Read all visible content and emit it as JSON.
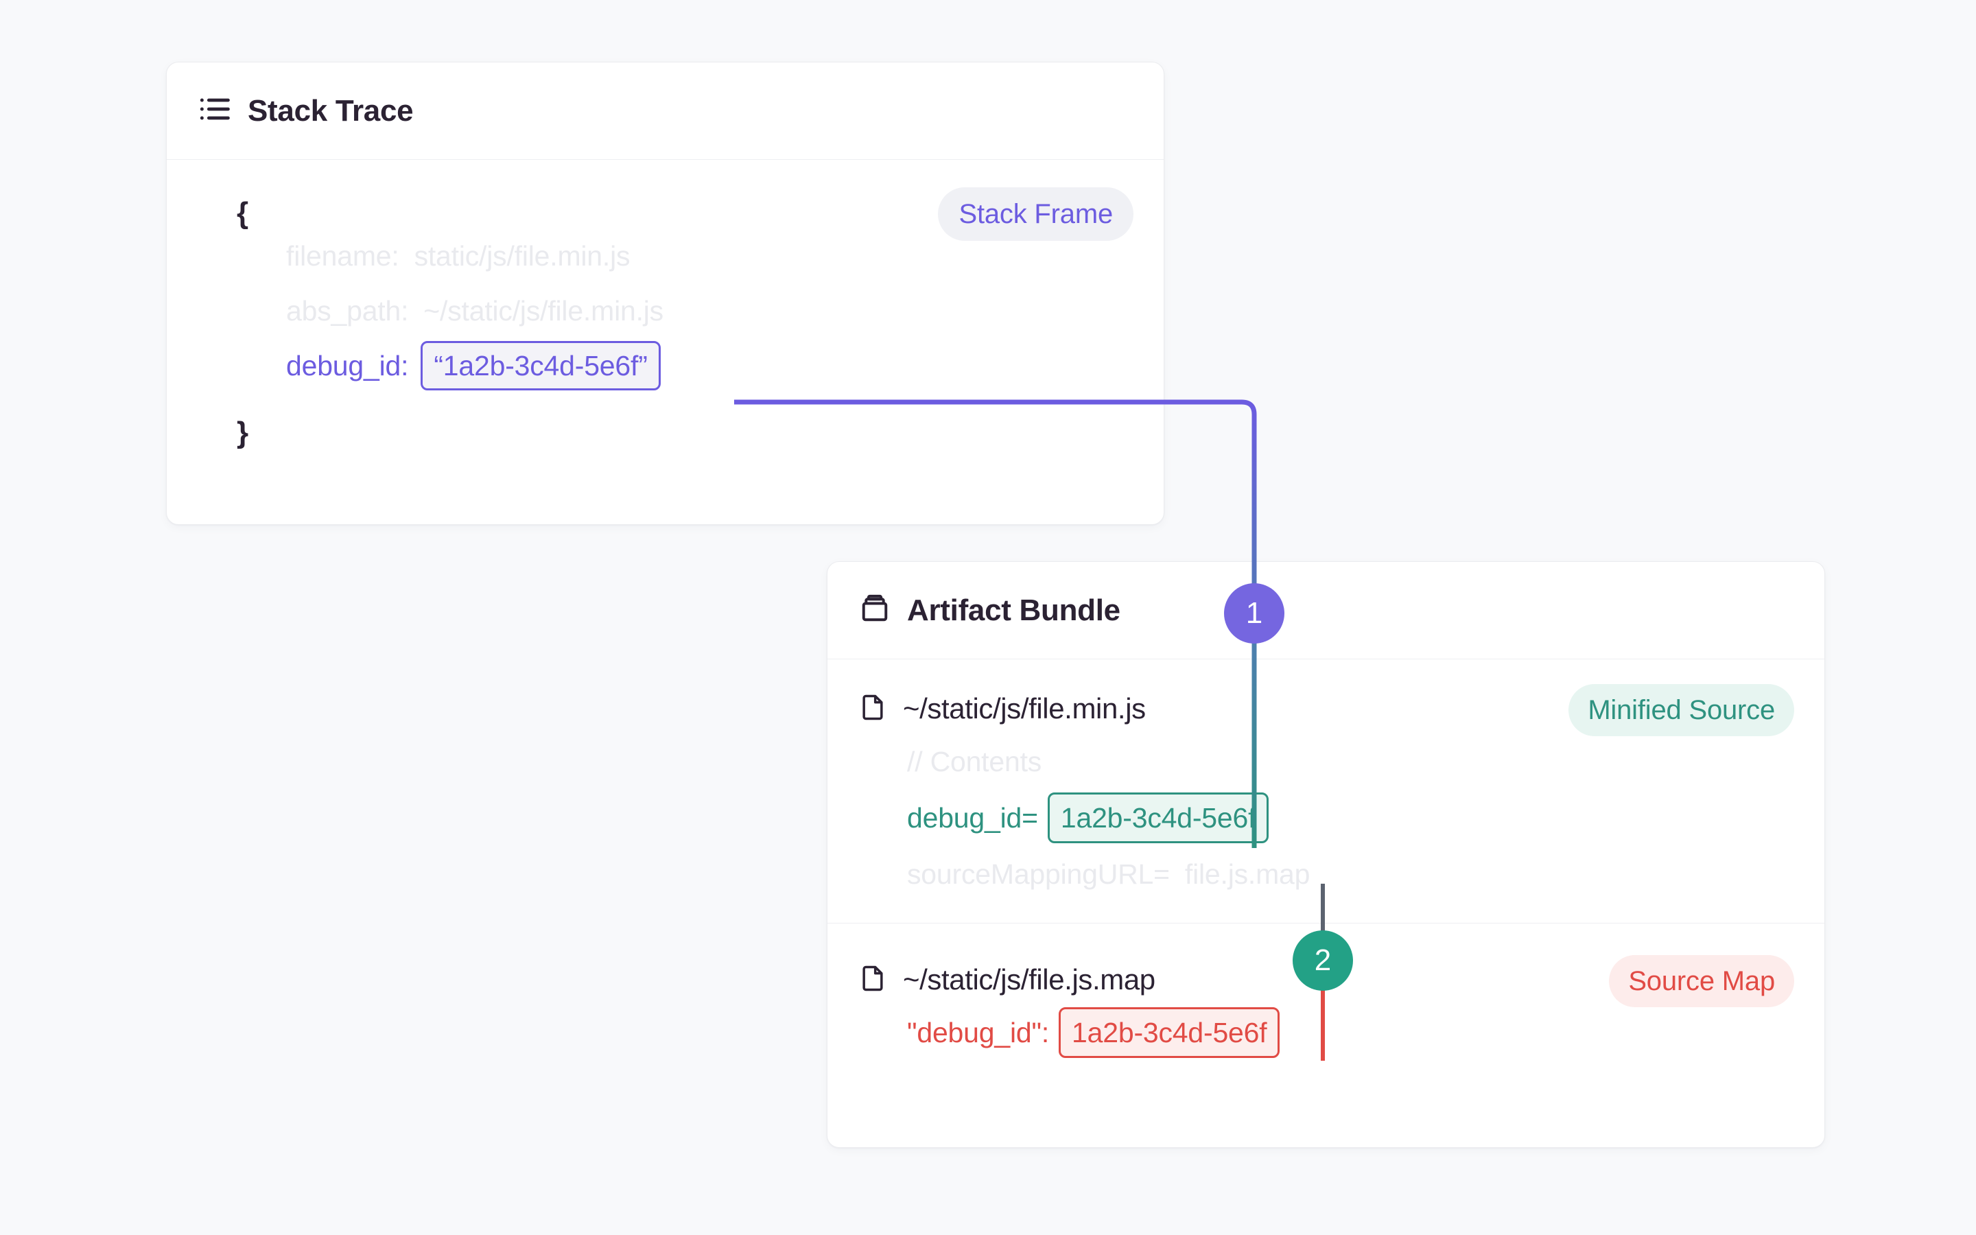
{
  "page": {
    "background_color": "#f8f9fb"
  },
  "colors": {
    "purple": "#6c5ce0",
    "purple_marker": "#7566e0",
    "green": "#2e9280",
    "green_marker": "#23a186",
    "red": "#e14b45",
    "muted": "#e9eaee",
    "title": "#2b2233"
  },
  "stack_trace_card": {
    "title": "Stack Trace",
    "icon": "list-icon",
    "badge": "Stack Frame",
    "brace_open": "{",
    "brace_close": "}",
    "fields": [
      {
        "key": "filename:",
        "value": "static/js/file.min.js",
        "style": "muted"
      },
      {
        "key": "abs_path:",
        "value": "~/static/js/file.min.js",
        "style": "muted"
      },
      {
        "key": "debug_id:",
        "value": "“1a2b-3c4d-5e6f”",
        "style": "highlight-purple"
      }
    ]
  },
  "artifact_card": {
    "title": "Artifact Bundle",
    "icon": "package-icon",
    "files": [
      {
        "name": "~/static/js/file.min.js",
        "icon": "file-icon",
        "badge": "Minified Source",
        "lines": [
          {
            "text": "// Contents",
            "style": "muted"
          },
          {
            "key": "debug_id=",
            "value": "1a2b-3c4d-5e6f",
            "style": "highlight-green"
          },
          {
            "key": "sourceMappingURL=",
            "value": "file.js.map",
            "style": "muted"
          }
        ]
      },
      {
        "name": "~/static/js/file.js.map",
        "icon": "file-icon",
        "badge": "Source Map",
        "lines": [
          {
            "key": "\"debug_id\":",
            "value": "1a2b-3c4d-5e6f",
            "style": "highlight-red"
          }
        ]
      }
    ]
  },
  "steps": [
    {
      "label": "1",
      "color": "#7566e0"
    },
    {
      "label": "2",
      "color": "#23a186"
    }
  ]
}
